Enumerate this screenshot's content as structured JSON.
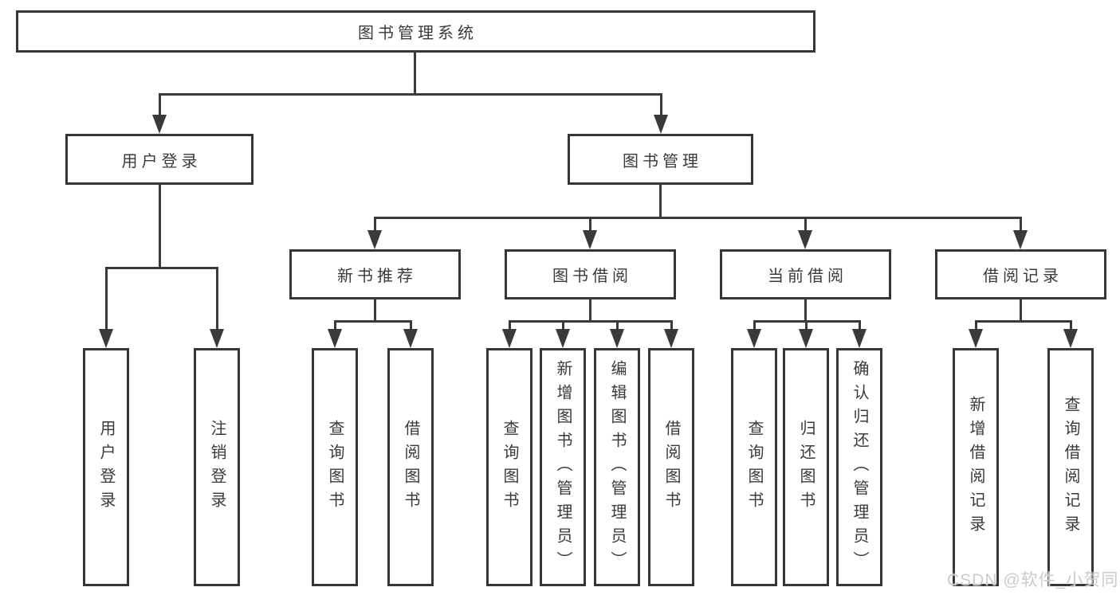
{
  "diagram": {
    "title": "图书管理系统",
    "root": {
      "label": "图书管理系统"
    },
    "level2": [
      {
        "id": "user-login",
        "label": "用户登录"
      },
      {
        "id": "book-management",
        "label": "图书管理"
      }
    ],
    "level3": [
      {
        "id": "new-book-recommend",
        "label": "新书推荐"
      },
      {
        "id": "book-borrow",
        "label": "图书借阅"
      },
      {
        "id": "current-borrow",
        "label": "当前借阅"
      },
      {
        "id": "borrow-record",
        "label": "借阅记录"
      }
    ],
    "leaves": [
      {
        "id": "user-login",
        "parent": "用户登录",
        "label": "用户登录"
      },
      {
        "id": "logout",
        "parent": "用户登录",
        "label": "注销登录"
      },
      {
        "id": "query-books-recommend",
        "parent": "新书推荐",
        "label": "查询图书"
      },
      {
        "id": "borrow-books-recommend",
        "parent": "新书推荐",
        "label": "借阅图书"
      },
      {
        "id": "query-books-borrow",
        "parent": "图书借阅",
        "label": "查询图书"
      },
      {
        "id": "add-book-admin",
        "parent": "图书借阅",
        "label": "新增图书（管理员）"
      },
      {
        "id": "edit-book-admin",
        "parent": "图书借阅",
        "label": "编辑图书（管理员）"
      },
      {
        "id": "borrow-books",
        "parent": "图书借阅",
        "label": "借阅图书"
      },
      {
        "id": "query-books-current",
        "parent": "当前借阅",
        "label": "查询图书"
      },
      {
        "id": "return-book",
        "parent": "当前借阅",
        "label": "归还图书"
      },
      {
        "id": "confirm-return-admin",
        "parent": "当前借阅",
        "label": "确认归还（管理员）"
      },
      {
        "id": "add-borrow-record",
        "parent": "借阅记录",
        "label": "新增借阅记录"
      },
      {
        "id": "query-borrow-record",
        "parent": "借阅记录",
        "label": "查询借阅记录"
      }
    ]
  },
  "watermark": {
    "text": "CSDN @软件_小贺同学"
  },
  "colors": {
    "line": "#3a3a3a",
    "border": "#363636",
    "text": "#3a3a3a",
    "watermark": "#cbcbcb",
    "background": "#ffffff"
  }
}
